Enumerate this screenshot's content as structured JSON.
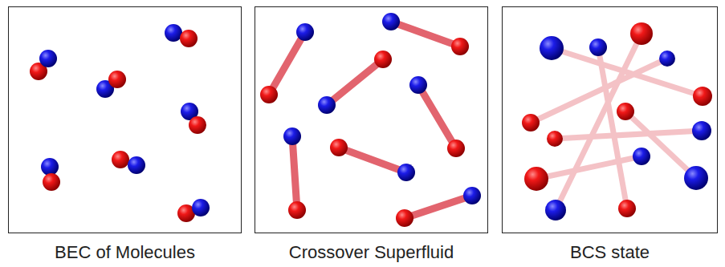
{
  "diagram": {
    "nodes": [
      {
        "text": [
          "BEC of Molecules"
        ]
      },
      {
        "text": [
          "Crossover Superfluid"
        ]
      },
      {
        "text": [
          "BCS state"
        ]
      }
    ]
  }
}
